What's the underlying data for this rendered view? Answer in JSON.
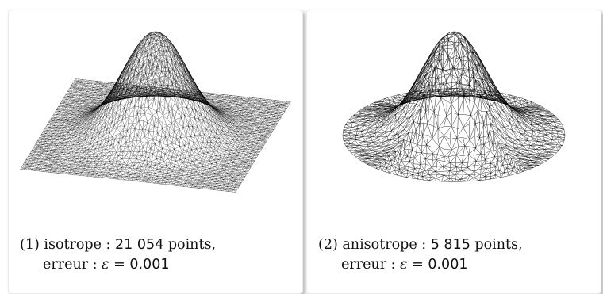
{
  "colors": {
    "mesh": "#000000",
    "panel_border": "#e9e9e9",
    "background": "#ffffff"
  },
  "panels": [
    {
      "label": "(1)",
      "method": "isotrope :",
      "points": "21 054",
      "points_word": "points,",
      "error_label": "erreur :",
      "epsilon": "ε",
      "equals": "=",
      "error_value": "0.001"
    },
    {
      "label": "(2)",
      "method": "anisotrope :",
      "points": "5 815",
      "points_word": "points,",
      "error_label": "erreur :",
      "epsilon": "ε",
      "equals": "=",
      "error_value": "0.001"
    }
  ]
}
